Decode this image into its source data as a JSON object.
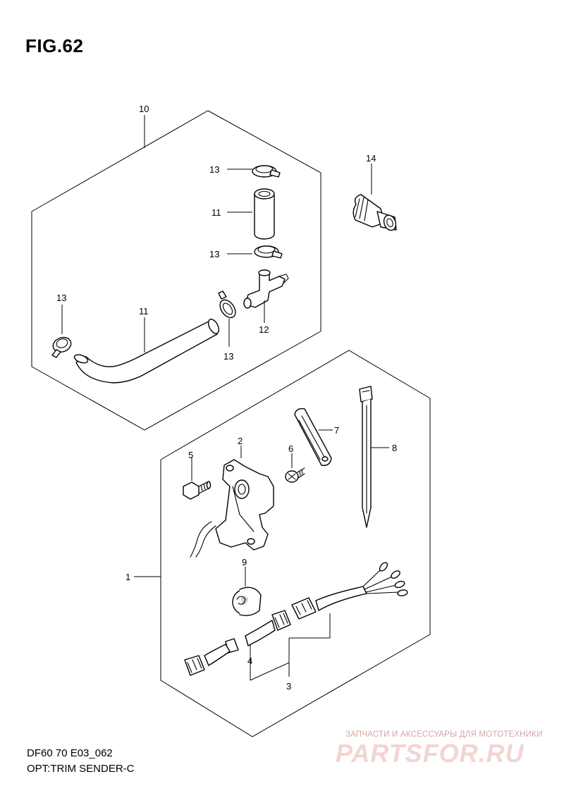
{
  "figure": {
    "title": "FIG.62",
    "model": "DF60 70 E03_062",
    "subtitle": "OPT:TRIM SENDER-C"
  },
  "callouts": {
    "c1": "1",
    "c2": "2",
    "c3": "3",
    "c4": "4",
    "c5": "5",
    "c6": "6",
    "c7": "7",
    "c8": "8",
    "c9": "9",
    "c10": "10",
    "c11a": "11",
    "c11b": "11",
    "c12": "12",
    "c13a": "13",
    "c13b": "13",
    "c13c": "13",
    "c13d": "13",
    "c14": "14"
  },
  "watermark": {
    "text": "ЗАПЧАСТИ И АКСЕССУАРЫ ДЛЯ МОТОТЕХНИКИ",
    "logo": "PARTSFOR.RU",
    "color": "#e8b4b4"
  }
}
